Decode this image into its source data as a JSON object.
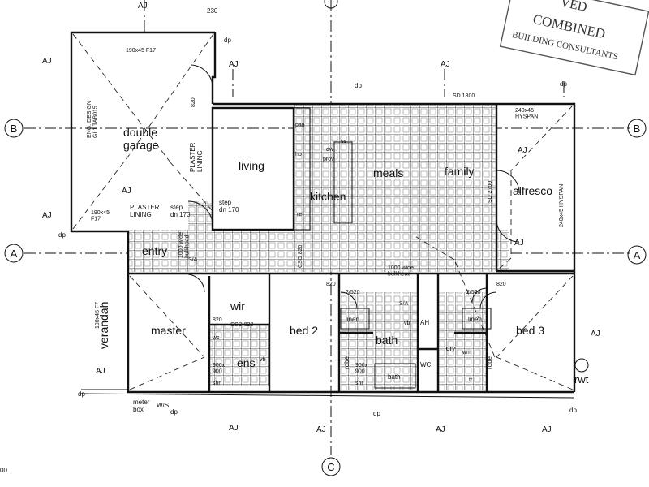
{
  "rooms": {
    "double_garage": "double\ngarage",
    "living": "living",
    "kitchen": "kitchen",
    "meals": "meals",
    "family": "family",
    "alfresco": "alfresco",
    "entry": "entry",
    "master": "master",
    "wir": "wir",
    "ens": "ens",
    "bed2": "bed 2",
    "bed3": "bed 3",
    "bath": "bath",
    "bath_tub": "bath",
    "linen": "linen",
    "linen2": "linen",
    "robe": "robe",
    "robe2": "robe",
    "robe3": "robe",
    "wc": "WC",
    "ah": "AH",
    "dry": "dry",
    "verandah": "verandah",
    "rwt": "rwt"
  },
  "annotations": {
    "dim_230": "230",
    "beam_garage_top": "190x45 F17",
    "beam_garage_left": "190x45\nF17",
    "eng_design": "ENG. DESIGN\nGL1 TAB015",
    "plaster_lining_vert": "PLASTER\nLINING",
    "plaster_lining": "PLASTER\nLINING",
    "step_dn_1": "step\ndn 170",
    "step_dn_2": "step\ndn 170",
    "bulkhead_1000": "1000 wide\nbulkhead",
    "bulkhead_1000_b": "1000 wide\nbulkhead",
    "sd_1800": "SD 1800",
    "hyspan_top": "240x45\nHYSPAN",
    "hyspan_right": "240x45 HYSPAN",
    "sd_2700": "SD 2700",
    "csd_820": "CSD 820",
    "csd_820_b": "CSD 820",
    "d820": "820",
    "d2520": "2/520",
    "sa": "S/A",
    "verandah_beam": "190x45 F7",
    "meter_box": "meter\nbox",
    "ws": "W/S",
    "pan": "pan",
    "hp": "hp",
    "dw": "dw",
    "prov": "prov",
    "ss": "ss",
    "ref": "ref",
    "vb": "vb",
    "wm": "wm",
    "tr": "tr",
    "wc_small": "wc",
    "shr": "shr",
    "dim_900": "900x\n900",
    "page_num": "00",
    "aj": "AJ",
    "dp": "dp"
  },
  "grid_labels": {
    "b": "B",
    "a": "A",
    "c": "C"
  },
  "stamp": {
    "line1": "VED",
    "line2": "COMBINED",
    "line3": "BUILDING CONSULTANTS"
  }
}
